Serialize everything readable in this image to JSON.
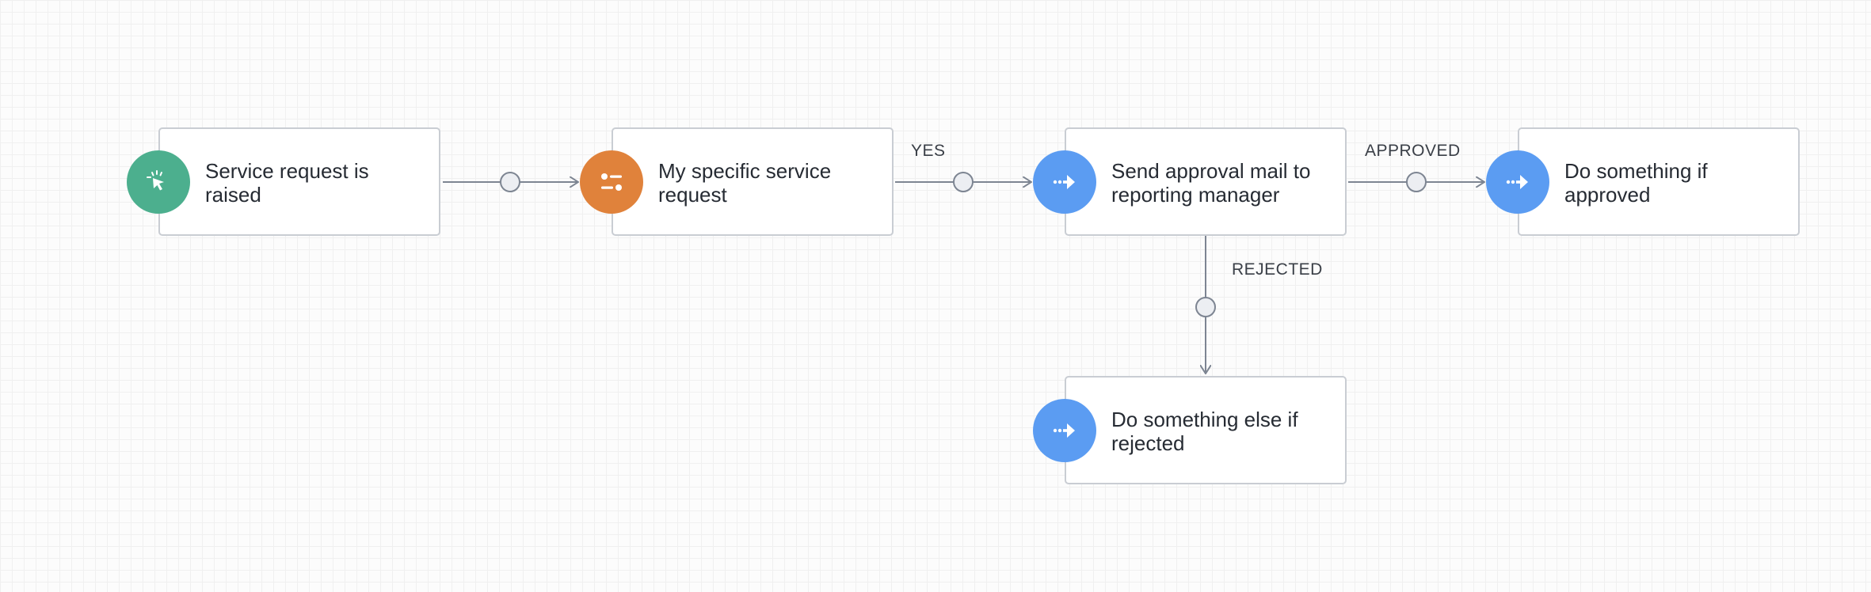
{
  "nodes": [
    {
      "id": "trigger",
      "label": "Service request is raised",
      "type": "trigger",
      "icon": "pointer-click-icon",
      "color": "#4caf8e"
    },
    {
      "id": "condition",
      "label": "My specific service request",
      "type": "condition",
      "icon": "sliders-icon",
      "color": "#e0823b"
    },
    {
      "id": "approval",
      "label": "Send approval mail to reporting manager",
      "type": "action",
      "icon": "arrow-right-dots-icon",
      "color": "#5b9cf2"
    },
    {
      "id": "approved",
      "label": "Do something if approved",
      "type": "action",
      "icon": "arrow-right-dots-icon",
      "color": "#5b9cf2"
    },
    {
      "id": "rejected",
      "label": "Do something else if rejected",
      "type": "action",
      "icon": "arrow-right-dots-icon",
      "color": "#5b9cf2"
    }
  ],
  "edges": [
    {
      "from": "trigger",
      "to": "condition",
      "label": ""
    },
    {
      "from": "condition",
      "to": "approval",
      "label": "YES"
    },
    {
      "from": "approval",
      "to": "approved",
      "label": "APPROVED"
    },
    {
      "from": "approval",
      "to": "rejected",
      "label": "REJECTED"
    }
  ],
  "colors": {
    "edge": "#7d8592",
    "handle_fill": "#eceef2",
    "node_border": "#c9cdd3"
  }
}
